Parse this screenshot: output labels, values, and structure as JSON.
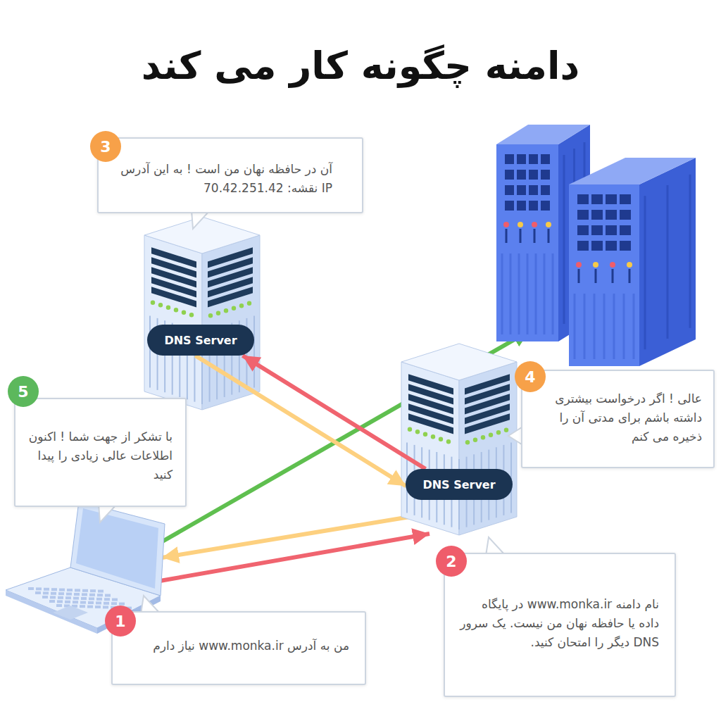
{
  "diagram": {
    "title": "دامنه چگونه کار می کند",
    "nodes": [
      {
        "text": [
          "آن در حافظه نهان من است ! به این آدرس IP نقشه: 70.42.251.42"
        ]
      },
      {
        "text": [
          "DNS Server"
        ]
      },
      {
        "text": [
          "با تشکر از جهت شما ! اکنون اطلاعات عالی زیادی را پیدا کنید"
        ]
      },
      {
        "text": [
          "عالی ! اگر درخواست بیشتری داشته باشم برای مدتی آن را ذخیره می کنم"
        ]
      },
      {
        "text": [
          "DNS Server"
        ]
      },
      {
        "text": [
          "نام دامنه www.monka.ir در پایگاه داده یا حافظه نهان من نیست. یک سرور DNS دیگر را امتحان کنید."
        ]
      },
      {
        "text": [
          "من به آدرس www.monka.ir نیاز دارم"
        ]
      }
    ],
    "edges": [
      {
        "from": 4,
        "to": 1,
        "arrow": "to"
      },
      {
        "from": 1,
        "to": 4,
        "arrow": "to"
      }
    ],
    "labels": [
      "3",
      "5",
      "4",
      "2",
      "1"
    ]
  }
}
